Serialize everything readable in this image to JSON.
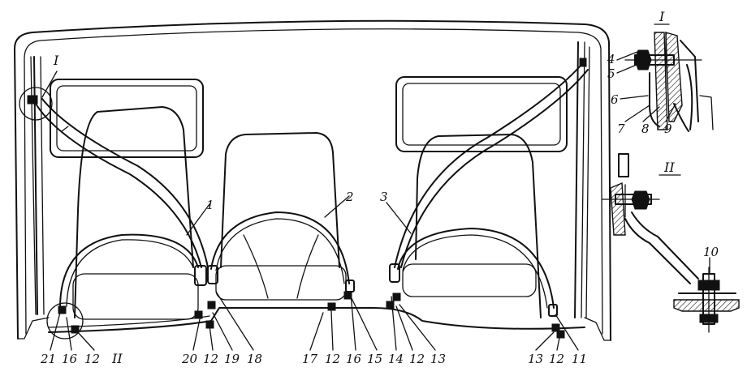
{
  "callouts": {
    "c1": "1",
    "c2": "2",
    "c3": "3",
    "c4": "4",
    "c5": "5",
    "c6": "6",
    "c7": "7",
    "c8": "8",
    "c9": "9",
    "c10": "10",
    "c11": "11",
    "c12a": "12",
    "c12b": "12",
    "c12c": "12",
    "c12d": "12",
    "c12e": "12",
    "c13a": "13",
    "c13b": "13",
    "c14": "14",
    "c15": "15",
    "c16a": "16",
    "c16b": "16",
    "c17": "17",
    "c18": "18",
    "c19": "19",
    "c20": "20",
    "c21": "21"
  },
  "details": {
    "detail_I_marker": "I",
    "detail_II_marker": "II",
    "detail_I_title": "I",
    "detail_II_title": "II"
  },
  "colors": {
    "ink": "#111111",
    "paper": "#ffffff"
  }
}
